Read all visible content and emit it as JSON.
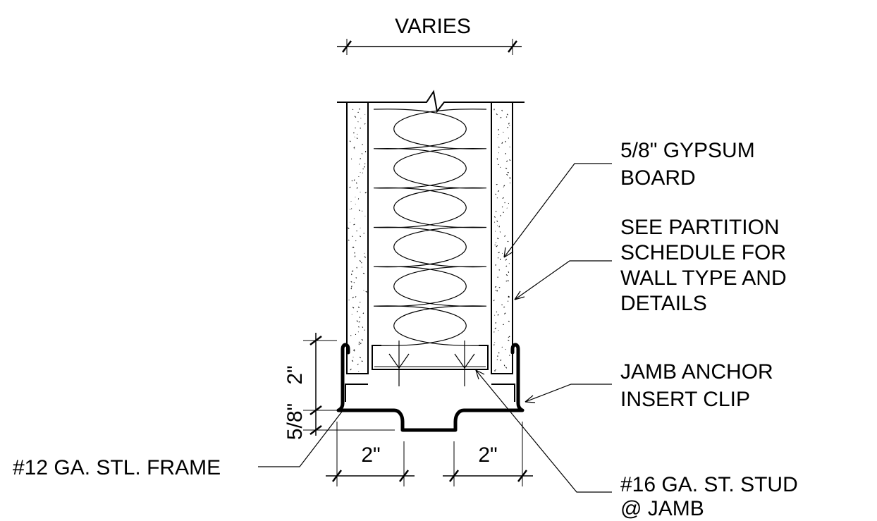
{
  "dimensions": {
    "overall": "VARIES",
    "frame_return": "2\"",
    "offset": "5/8\"",
    "left_leg": "2\"",
    "right_leg": "2\""
  },
  "callouts": {
    "gypsum": [
      "5/8\" GYPSUM",
      "BOARD"
    ],
    "partition": [
      "SEE PARTITION",
      "SCHEDULE FOR",
      "WALL TYPE AND",
      "DETAILS"
    ],
    "jamb_anchor": [
      "JAMB ANCHOR",
      "INSERT CLIP"
    ],
    "frame": [
      "#12 GA. STL. FRAME"
    ],
    "stud": [
      "#16 GA. ST. STUD",
      "@ JAMB"
    ]
  },
  "colors": {
    "line": "#000000",
    "background": "#ffffff"
  }
}
